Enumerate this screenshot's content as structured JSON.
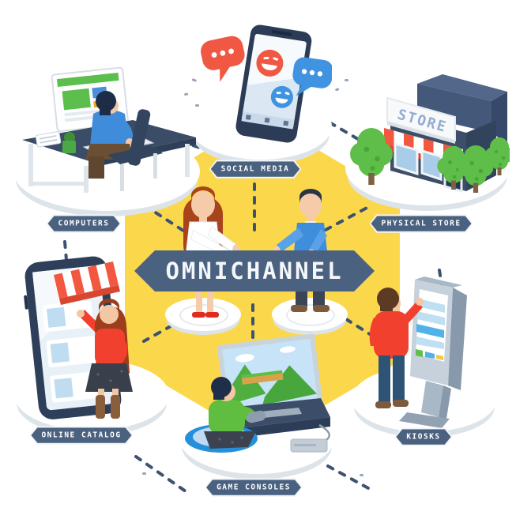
{
  "center": {
    "banner_label": "OMNICHANNEL",
    "figures": [
      "businesswoman",
      "businessman"
    ]
  },
  "channels": [
    {
      "id": "social-media",
      "label": "SOCIAL MEDIA",
      "illustration": "smartphone-with-chat-bubbles"
    },
    {
      "id": "computers",
      "label": "COMPUTERS",
      "illustration": "person-working-at-desktop-computer"
    },
    {
      "id": "physical-store",
      "label": "PHYSICAL STORE",
      "illustration": "storefront-building",
      "sign_text": "STORE"
    },
    {
      "id": "online-catalog",
      "label": "ONLINE CATALOG",
      "illustration": "woman-shopping-on-giant-phone"
    },
    {
      "id": "game-consoles",
      "label": "GAME CONSOLES",
      "illustration": "person-playing-tv-game-console"
    },
    {
      "id": "kiosks",
      "label": "KIOSKS",
      "illustration": "person-using-touch-kiosk"
    }
  ],
  "colors": {
    "hexagon_yellow": "#FBD84B",
    "banner_slate": "#4A6180",
    "dash_navy": "#3D5270",
    "accent_red": "#F2503C",
    "accent_blue": "#3E8EDC",
    "accent_green": "#5FBD49",
    "navy_dark": "#2E3F59",
    "skin": "#F3C6A4",
    "platform_shadow": "#DDE4E9"
  }
}
